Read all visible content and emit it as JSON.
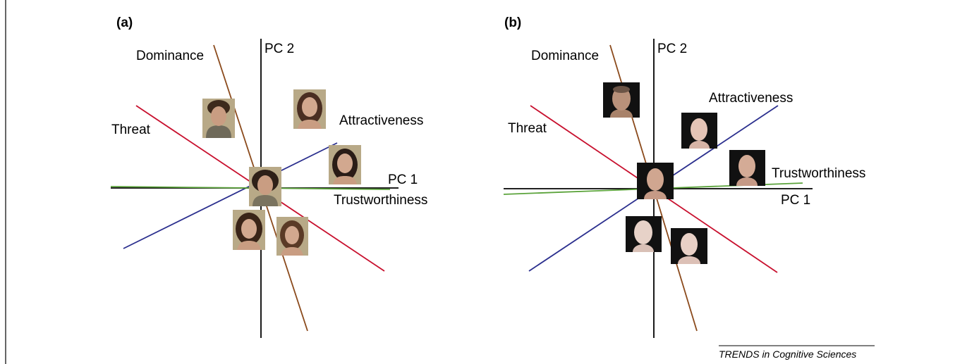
{
  "colors": {
    "pc_axes": "#000000",
    "dominance": "#8b4a1c",
    "threat": "#c8102e",
    "attractiveness": "#2b2f8e",
    "trustworthiness": "#5ba33b",
    "photo_bg": "#b8a987",
    "render_bg": "#111111"
  },
  "panels": [
    {
      "letter": "(a)",
      "labels": {
        "pc1": "PC 1",
        "pc2": "PC 2",
        "dominance": "Dominance",
        "threat": "Threat",
        "attractiveness": "Attractiveness",
        "trustworthiness": "Trustworthiness"
      },
      "face_style": "photograph"
    },
    {
      "letter": "(b)",
      "labels": {
        "pc1": "PC 1",
        "pc2": "PC 2",
        "dominance": "Dominance",
        "threat": "Threat",
        "attractiveness": "Attractiveness",
        "trustworthiness": "Trustworthiness"
      },
      "face_style": "computer-rendered"
    }
  ],
  "footer": {
    "source": "TRENDS in Cognitive Sciences"
  }
}
